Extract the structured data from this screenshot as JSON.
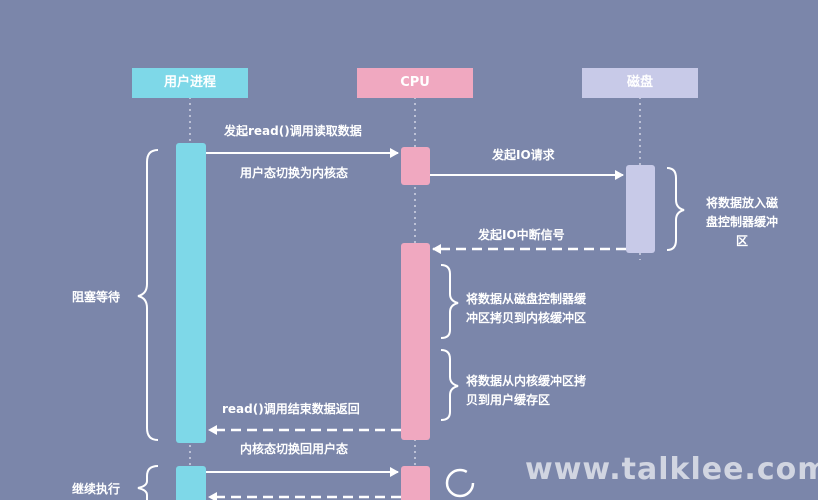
{
  "colors": {
    "background": "#7b86aa",
    "user_process": "#7ed8e8",
    "cpu": "#f0a8c0",
    "disk": "#c8cae8"
  },
  "headers": {
    "user_process": "用户进程",
    "cpu": "CPU",
    "disk": "磁盘"
  },
  "messages": {
    "read_call": "发起read()调用读取数据",
    "switch_kernel": "用户态切换为内核态",
    "io_request": "发起IO请求",
    "io_interrupt": "发起IO中断信号",
    "read_return": "read()调用结束数据返回",
    "switch_user": "内核态切换回用户态"
  },
  "notes": {
    "disk_buffer": [
      "将数据放入磁",
      "盘控制器缓冲",
      "区"
    ],
    "copy_to_kernel": [
      "将数据从磁盘控制器缓",
      "冲区拷贝到内核缓冲区"
    ],
    "copy_to_user": [
      "将数据从内核缓冲区拷",
      "贝到用户缓存区"
    ]
  },
  "side_labels": {
    "blocked": "阻塞等待",
    "continue": "继续执行"
  },
  "watermark": "www.talklee.com"
}
